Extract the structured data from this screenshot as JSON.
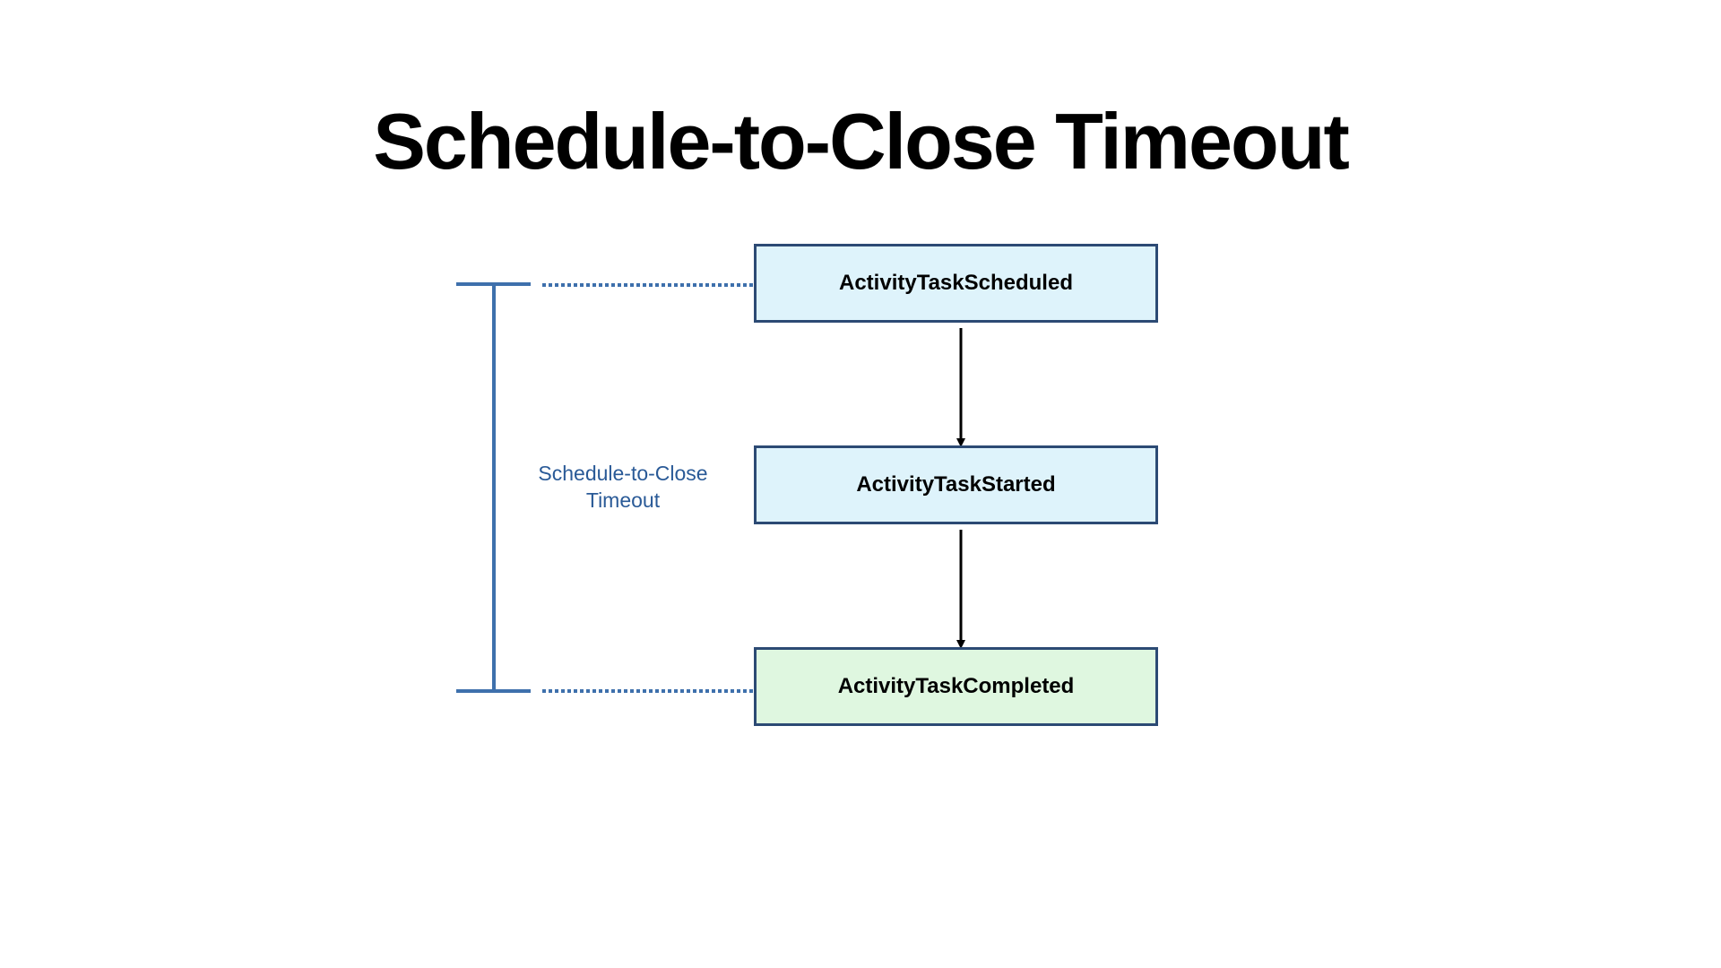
{
  "slide": {
    "title": "Schedule-to-Close Timeout"
  },
  "diagram": {
    "events": [
      {
        "label": "ActivityTaskScheduled",
        "fill": "#def3fb"
      },
      {
        "label": "ActivityTaskStarted",
        "fill": "#def3fb"
      },
      {
        "label": "ActivityTaskCompleted",
        "fill": "#dff7e0"
      }
    ],
    "timeout_label": {
      "line1": "Schedule-to-Close",
      "line2": "Timeout"
    },
    "colors": {
      "box_border": "#2c4a74",
      "bracket": "#3e70ac",
      "label_text": "#2a5a97",
      "arrow": "#000000"
    }
  }
}
